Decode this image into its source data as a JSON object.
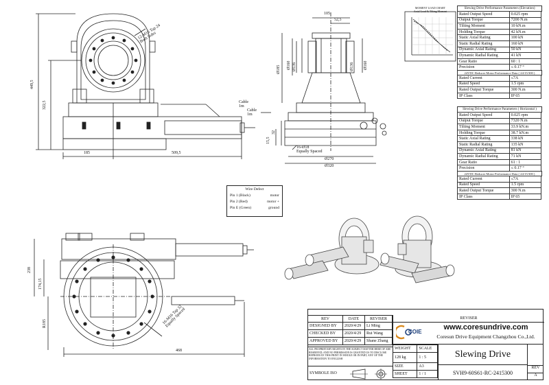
{
  "drawing": {
    "front_view": {
      "label_bolt": "12-M16 Tap 24",
      "label_bolt2": "Both Sides",
      "dim_height_total": "449,5",
      "dim_height_center": "322,5",
      "dim_left": "185",
      "dim_right": "509,5",
      "cable_label": "Cable",
      "cable_length": "1m"
    },
    "side_view": {
      "dim_105": "105",
      "dim_52": "52,5",
      "dim_185": "Ø185",
      "dim_160a": "Ø160",
      "dim_136": "Ø136",
      "dim_160b": "Ø160",
      "dim_136b": "Ø136",
      "dim_155": "15,5",
      "dim_32": "32",
      "holes": "16-Ø18",
      "holes2": "Equally Spaced",
      "dim_270": "Ø270",
      "dim_320": "Ø320",
      "cable_label": "Cable",
      "cable_length": "1m"
    },
    "bottom_view": {
      "dim_238": "238",
      "dim_174": "174,15",
      "dim_r185": "R185",
      "dim_468": "468",
      "holes": "16-M16 Tap 32",
      "holes2": "Equally Spaced"
    },
    "wire_box": {
      "title": "Wire Defect",
      "pin1": "Pin 1 (Black)",
      "pin1_fn": "motor",
      "pin2": "Pin 2 (Red)",
      "pin2_fn": "motor +",
      "pinE": "Pin E (Green)",
      "pinE_fn": "ground"
    }
  },
  "perf_elevation": {
    "title": "Slewing Drive Performance Parameters (Elevation)",
    "chart_title": "MOMENT LOAD CHART",
    "chart_sub": "Axial Load & Tilting Moment",
    "rows": [
      [
        "Rated Output Speed",
        "0.025 rpm"
      ],
      [
        "Output Torque",
        "7200 N.m"
      ],
      [
        "Tilting Moment",
        "10 kN.m"
      ],
      [
        "Holding Torque",
        "42 kN.m"
      ],
      [
        "Static Axial Rating",
        "100 kN"
      ],
      [
        "Static Radial Rating",
        "160 kN"
      ],
      [
        "Dynamic Axial Rating",
        "50 kN"
      ],
      [
        "Dynamic Radial Rating",
        "41 kN"
      ],
      [
        "Gear Ratio",
        "60 : 1"
      ],
      [
        "Precision",
        "≤ 0.17 °"
      ]
    ],
    "motor_title": "24VDC Reducer Motor Performance Data ( 24/15/300 )",
    "motor_rows": [
      [
        "Rated Current",
        "≤7A"
      ],
      [
        "Rated Speed",
        "1.5 rpm"
      ],
      [
        "Rated Output Torque",
        "300 N.m"
      ],
      [
        "IP Class",
        "IP 65"
      ]
    ]
  },
  "perf_horizontal": {
    "title": "Slewing Drive Performance Parameters ( Horizontal )",
    "rows": [
      [
        "Rated Output Speed",
        "0.025 rpm"
      ],
      [
        "Output Torque",
        "7320 N.m"
      ],
      [
        "Tilting Moment",
        "33.9 kN.m"
      ],
      [
        "Holding Torque",
        "38.7 kN.m"
      ],
      [
        "Static Axial Rating",
        "338 kN"
      ],
      [
        "Static Radial Rating",
        "135 kN"
      ],
      [
        "Dynamic Axial Rating",
        "81 kN"
      ],
      [
        "Dynamic Radial Rating",
        "71 kN"
      ],
      [
        "Gear Ratio",
        "61 : 1"
      ],
      [
        "Precision",
        "≤ 0.17 °"
      ]
    ],
    "motor_title": "24VDC Reducer Motor Performance Data ( 24/15/300 )",
    "motor_rows": [
      [
        "Rated Current",
        "≤7A"
      ],
      [
        "Rated Speed",
        "1.5 rpm"
      ],
      [
        "Rated Output Torque",
        "300 N.m"
      ],
      [
        "IP Class",
        "IP 65"
      ]
    ]
  },
  "title_block": {
    "revisor_header": "REVISER",
    "col_rev": "REV",
    "col_date": "DATE",
    "col_reviser": "REVISER",
    "designed_by": "DESIGNED BY",
    "designed_date": "2020/4/29",
    "designed_name": "Li Ming",
    "checked_by": "CHECKED BY",
    "checked_date": "2020/4/29",
    "checked_name": "Rui Wang",
    "approved_by": "APPROVED BY",
    "approved_date": "2020/4/29",
    "approved_name": "Shane Zhang",
    "notice": "ALL PROPRIETARY RIGHTS IN THE SUBJECT MATTER HERE OF ARE RESERVED, AND NO PERMISSION IS GRANTED US TO DISCLOSE REPRODUCE THIS PRINT IN WHOLE OR IN PART, ANY OF THE INFORMATION TO ENGLISH",
    "symbol_iso": "SYMBOLE ISO",
    "weight_label": "WEIGHT",
    "weight_value": "128 kg",
    "scale_label": "SCALE",
    "scale_value": "1 : 5",
    "size_label": "SIZE",
    "size_value": "A3",
    "sheet_label": "SHEET",
    "sheet_value": "1 / 1",
    "logo_text": "COIE",
    "website": "www.coresundrive.com",
    "company": "Coresun Drive Equipment Changzhou Co.,Ltd.",
    "product": "Slewing Drive",
    "part_no": "SVH9-60S61-RC-2415300",
    "rev_label": "REV",
    "rev_value": "A"
  }
}
